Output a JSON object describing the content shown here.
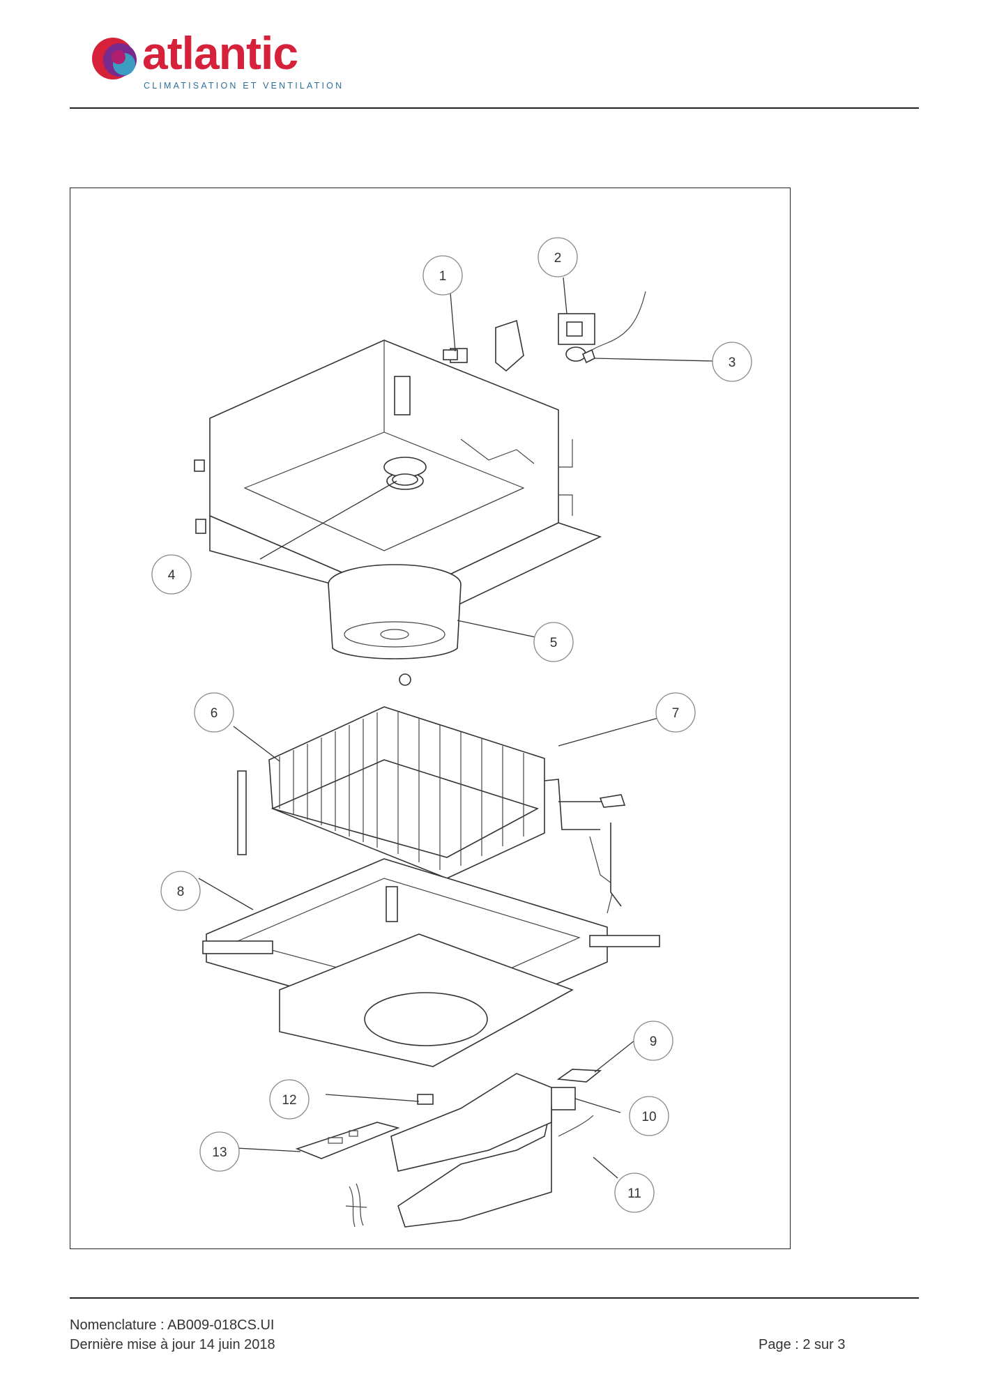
{
  "header": {
    "brand": "atlantic",
    "tagline": "CLIMATISATION ET VENTILATION",
    "brand_colors": [
      "#d6213a",
      "#7a2a8c",
      "#2b6f9a",
      "#35a9c7"
    ]
  },
  "diagram": {
    "callouts": [
      "1",
      "2",
      "3",
      "4",
      "5",
      "6",
      "7",
      "8",
      "9",
      "10",
      "11",
      "12",
      "13"
    ]
  },
  "footer": {
    "nomenclature": "Nomenclature : AB009-018CS.UI",
    "updated": "Dernière mise à jour 14 juin 2018",
    "page": "Page : 2 sur 3"
  }
}
